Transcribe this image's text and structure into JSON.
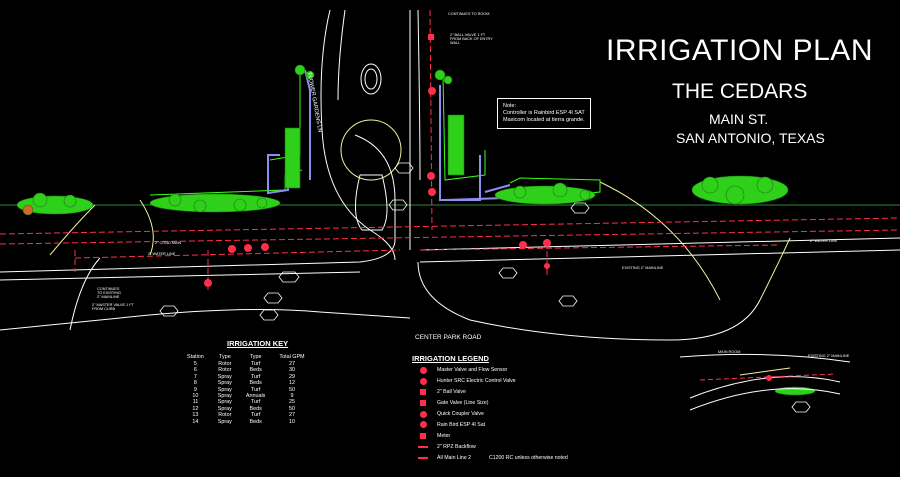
{
  "title": "IRRIGATION PLAN",
  "project": "THE CEDARS",
  "street": "MAIN ST.",
  "city": "SAN ANTONIO, TEXAS",
  "note": {
    "heading": "Note:",
    "text": "Controller is Rainbird ESP 4I SAT Maxicom located at tierra grande."
  },
  "road_label": "CENTER PARK ROAD",
  "street_label": "FLOWER GARDENS LN",
  "key": {
    "heading": "IRRIGATION KEY",
    "headers": [
      "Station",
      "Type",
      "Type",
      "Total GPM"
    ],
    "rows": [
      [
        "5",
        "Rotor",
        "Turf",
        "27"
      ],
      [
        "6",
        "Rotor",
        "Beds",
        "30"
      ],
      [
        "7",
        "Spray",
        "Turf",
        "29"
      ],
      [
        "8",
        "Spray",
        "Beds",
        "12"
      ],
      [
        "9",
        "Spray",
        "Turf",
        "50"
      ],
      [
        "10",
        "Spray",
        "Annuals",
        "9"
      ],
      [
        "11",
        "Spray",
        "Turf",
        "25"
      ],
      [
        "12",
        "Spray",
        "Beds",
        "50"
      ],
      [
        "13",
        "Rotor",
        "Turf",
        "27"
      ],
      [
        "14",
        "Spray",
        "Beds",
        "10"
      ]
    ]
  },
  "legend": {
    "heading": "IRRIGATION LEGEND",
    "items": [
      {
        "symbol": "circle",
        "label": "Master Valve and Flow Sensor"
      },
      {
        "symbol": "circle",
        "label": "Hunter SRC Electric Control Valve"
      },
      {
        "symbol": "square",
        "label": "2\" Ball Valve"
      },
      {
        "symbol": "square",
        "label": "Gate Valve (Line Size)"
      },
      {
        "symbol": "circle",
        "label": "Quick Coupler Valve"
      },
      {
        "symbol": "circle",
        "label": "Rain Bird ESP 4I Sat"
      },
      {
        "symbol": "square",
        "label": "Meter"
      },
      {
        "symbol": "line",
        "label": "2\" RPZ Backflow"
      },
      {
        "symbol": "line",
        "label": "All Main Line 2",
        "extra": "C1200 RC unless otherwise noted"
      }
    ]
  },
  "callouts": {
    "continues_top": "CONTINUES TO ROOM",
    "ball_valve": "2\" BALL VALVE 1 FT FROM BACK OF ENTRY WALL",
    "continues_left": "CONTINUES TO EXISTING 2\" MAINLINE",
    "ball_valve_curb": "2\" MASTER VALVE 1 FT FROM CURB",
    "existing_mainline": "EXISTING 2\" MAINLINE",
    "existing_mainline_2": "EXISTING 2\" MAINLINE",
    "main_room": "MAIN ROOM",
    "sleeve_left": "2\" COND MAIN",
    "water_line_left": "2\" WATER LINE",
    "water_line_right": "2\" WATER LINE"
  },
  "colors": {
    "background": "#000000",
    "mainline": "#ff2e4c",
    "planting": "#39ff14",
    "bed_edge": "#8e8ef0",
    "curb": "#f5f09a",
    "paving": "#ffffff"
  }
}
